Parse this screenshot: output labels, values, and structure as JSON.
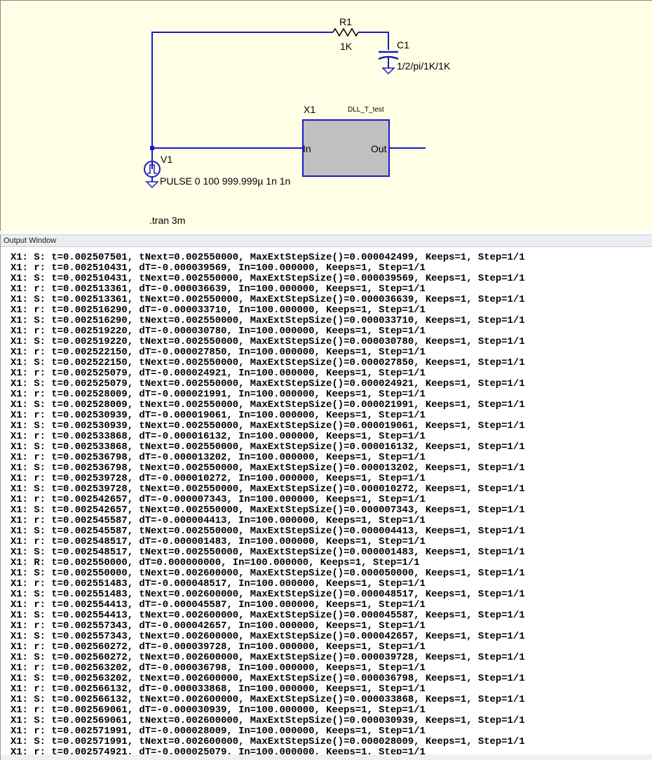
{
  "schematic": {
    "r1": {
      "name": "R1",
      "value": "1K"
    },
    "c1": {
      "name": "C1",
      "value": "1/2/pi/1K/1K"
    },
    "x1": {
      "name": "X1",
      "model": "DLL_T_test",
      "pin_in": "In",
      "pin_out": "Out"
    },
    "v1": {
      "name": "V1",
      "value": "PULSE 0 100 999.999µ 1n 1n"
    },
    "directive": ".tran 3m",
    "wire_color": "#1a1ac8",
    "block_fill": "#c0c0c0"
  },
  "output_window": {
    "title": "Output Window",
    "lines": [
      "X1: S: t=0.002507501, tNext=0.002550000, MaxExtStepSize()=0.000042499, Keeps=1, Step=1/1",
      "X1: r: t=0.002510431, dT=-0.000039569, In=100.000000, Keeps=1, Step=1/1",
      "X1: S: t=0.002510431, tNext=0.002550000, MaxExtStepSize()=0.000039569, Keeps=1, Step=1/1",
      "X1: r: t=0.002513361, dT=-0.000036639, In=100.000000, Keeps=1, Step=1/1",
      "X1: S: t=0.002513361, tNext=0.002550000, MaxExtStepSize()=0.000036639, Keeps=1, Step=1/1",
      "X1: r: t=0.002516290, dT=-0.000033710, In=100.000000, Keeps=1, Step=1/1",
      "X1: S: t=0.002516290, tNext=0.002550000, MaxExtStepSize()=0.000033710, Keeps=1, Step=1/1",
      "X1: r: t=0.002519220, dT=-0.000030780, In=100.000000, Keeps=1, Step=1/1",
      "X1: S: t=0.002519220, tNext=0.002550000, MaxExtStepSize()=0.000030780, Keeps=1, Step=1/1",
      "X1: r: t=0.002522150, dT=-0.000027850, In=100.000000, Keeps=1, Step=1/1",
      "X1: S: t=0.002522150, tNext=0.002550000, MaxExtStepSize()=0.000027850, Keeps=1, Step=1/1",
      "X1: r: t=0.002525079, dT=-0.000024921, In=100.000000, Keeps=1, Step=1/1",
      "X1: S: t=0.002525079, tNext=0.002550000, MaxExtStepSize()=0.000024921, Keeps=1, Step=1/1",
      "X1: r: t=0.002528009, dT=-0.000021991, In=100.000000, Keeps=1, Step=1/1",
      "X1: S: t=0.002528009, tNext=0.002550000, MaxExtStepSize()=0.000021991, Keeps=1, Step=1/1",
      "X1: r: t=0.002530939, dT=-0.000019061, In=100.000000, Keeps=1, Step=1/1",
      "X1: S: t=0.002530939, tNext=0.002550000, MaxExtStepSize()=0.000019061, Keeps=1, Step=1/1",
      "X1: r: t=0.002533868, dT=-0.000016132, In=100.000000, Keeps=1, Step=1/1",
      "X1: S: t=0.002533868, tNext=0.002550000, MaxExtStepSize()=0.000016132, Keeps=1, Step=1/1",
      "X1: r: t=0.002536798, dT=-0.000013202, In=100.000000, Keeps=1, Step=1/1",
      "X1: S: t=0.002536798, tNext=0.002550000, MaxExtStepSize()=0.000013202, Keeps=1, Step=1/1",
      "X1: r: t=0.002539728, dT=-0.000010272, In=100.000000, Keeps=1, Step=1/1",
      "X1: S: t=0.002539728, tNext=0.002550000, MaxExtStepSize()=0.000010272, Keeps=1, Step=1/1",
      "X1: r: t=0.002542657, dT=-0.000007343, In=100.000000, Keeps=1, Step=1/1",
      "X1: S: t=0.002542657, tNext=0.002550000, MaxExtStepSize()=0.000007343, Keeps=1, Step=1/1",
      "X1: r: t=0.002545587, dT=-0.000004413, In=100.000000, Keeps=1, Step=1/1",
      "X1: S: t=0.002545587, tNext=0.002550000, MaxExtStepSize()=0.000004413, Keeps=1, Step=1/1",
      "X1: r: t=0.002548517, dT=-0.000001483, In=100.000000, Keeps=1, Step=1/1",
      "X1: S: t=0.002548517, tNext=0.002550000, MaxExtStepSize()=0.000001483, Keeps=1, Step=1/1",
      "X1: R: t=0.002550000, dT=0.000000000, In=100.000000, Keeps=1, Step=1/1",
      "X1: S: t=0.002550000, tNext=0.002600000, MaxExtStepSize()=0.000050000, Keeps=1, Step=1/1",
      "X1: r: t=0.002551483, dT=-0.000048517, In=100.000000, Keeps=1, Step=1/1",
      "X1: S: t=0.002551483, tNext=0.002600000, MaxExtStepSize()=0.000048517, Keeps=1, Step=1/1",
      "X1: r: t=0.002554413, dT=-0.000045587, In=100.000000, Keeps=1, Step=1/1",
      "X1: S: t=0.002554413, tNext=0.002600000, MaxExtStepSize()=0.000045587, Keeps=1, Step=1/1",
      "X1: r: t=0.002557343, dT=-0.000042657, In=100.000000, Keeps=1, Step=1/1",
      "X1: S: t=0.002557343, tNext=0.002600000, MaxExtStepSize()=0.000042657, Keeps=1, Step=1/1",
      "X1: r: t=0.002560272, dT=-0.000039728, In=100.000000, Keeps=1, Step=1/1",
      "X1: S: t=0.002560272, tNext=0.002600000, MaxExtStepSize()=0.000039728, Keeps=1, Step=1/1",
      "X1: r: t=0.002563202, dT=-0.000036798, In=100.000000, Keeps=1, Step=1/1",
      "X1: S: t=0.002563202, tNext=0.002600000, MaxExtStepSize()=0.000036798, Keeps=1, Step=1/1",
      "X1: r: t=0.002566132, dT=-0.000033868, In=100.000000, Keeps=1, Step=1/1",
      "X1: S: t=0.002566132, tNext=0.002600000, MaxExtStepSize()=0.000033868, Keeps=1, Step=1/1",
      "X1: r: t=0.002569061, dT=-0.000030939, In=100.000000, Keeps=1, Step=1/1",
      "X1: S: t=0.002569061, tNext=0.002600000, MaxExtStepSize()=0.000030939, Keeps=1, Step=1/1",
      "X1: r: t=0.002571991, dT=-0.000028009, In=100.000000, Keeps=1, Step=1/1",
      "X1: S: t=0.002571991, tNext=0.002600000, MaxExtStepSize()=0.000028009, Keeps=1, Step=1/1",
      "X1: r: t=0.002574921, dT=-0.000025079, In=100.000000, Keeps=1, Step=1/1"
    ]
  }
}
